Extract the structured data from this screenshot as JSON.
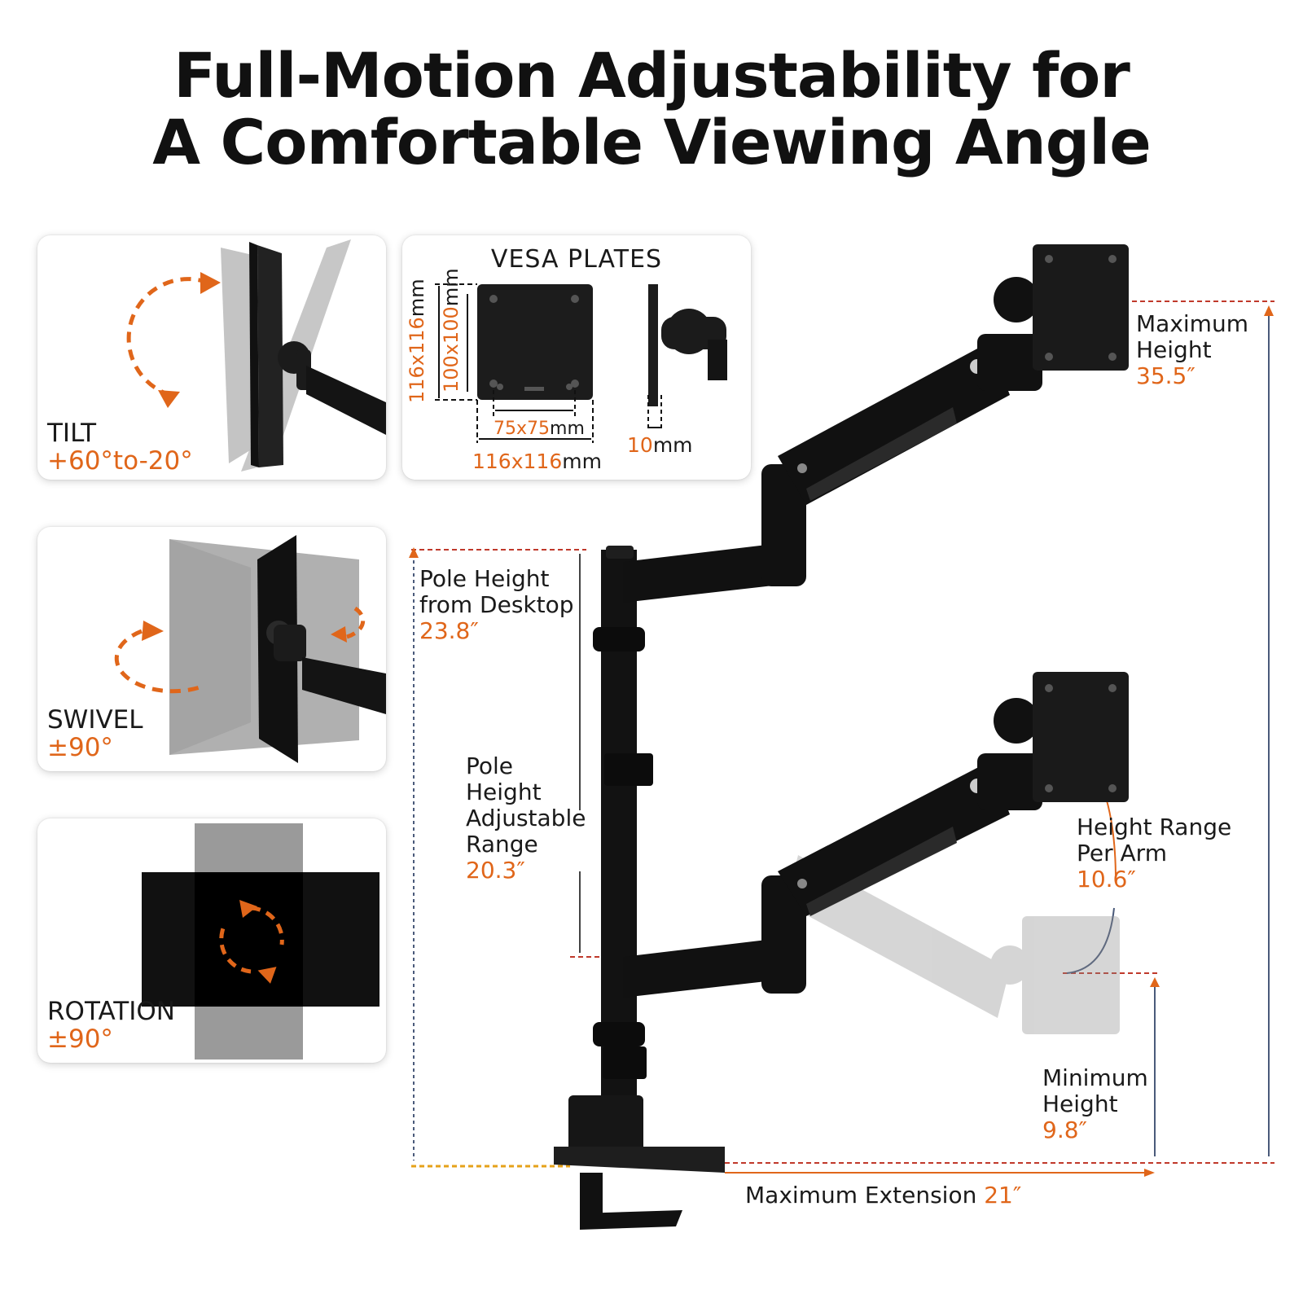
{
  "title": {
    "line1": "Full-Motion Adjustability for",
    "line2": "A Comfortable Viewing Angle"
  },
  "colors": {
    "accent": "#e0661a",
    "text": "#1a1a1a",
    "arm": "#111111",
    "ghost": "#bdbdbd"
  },
  "tilt": {
    "label": "TILT",
    "value": "+60°to-20°"
  },
  "swivel": {
    "label": "SWIVEL",
    "value": "±90°"
  },
  "rotation": {
    "label": "ROTATION",
    "value": "±90°"
  },
  "vesa": {
    "title": "VESA PLATES",
    "dim_116_vertical": "116x116",
    "dim_100_vertical": "100x100",
    "dim_75": "75x75",
    "dim_116_horizontal": "116x116",
    "dim_10": "10",
    "unit": "mm"
  },
  "specs": {
    "max_height": {
      "label1": "Maximum",
      "label2": "Height",
      "value": "35.5″"
    },
    "pole_height": {
      "label1": "Pole Height",
      "label2": "from Desktop",
      "value": "23.8″"
    },
    "pole_adjustable": {
      "label1": "Pole",
      "label2": "Height",
      "label3": "Adjustable",
      "label4": "Range",
      "value": "20.3″"
    },
    "height_range_arm": {
      "label1": "Height Range",
      "label2": "Per Arm",
      "value": "10.6″"
    },
    "min_height": {
      "label1": "Minimum",
      "label2": "Height",
      "value": "9.8″"
    },
    "max_extension": {
      "label": "Maximum Extension",
      "value": "21″"
    }
  }
}
